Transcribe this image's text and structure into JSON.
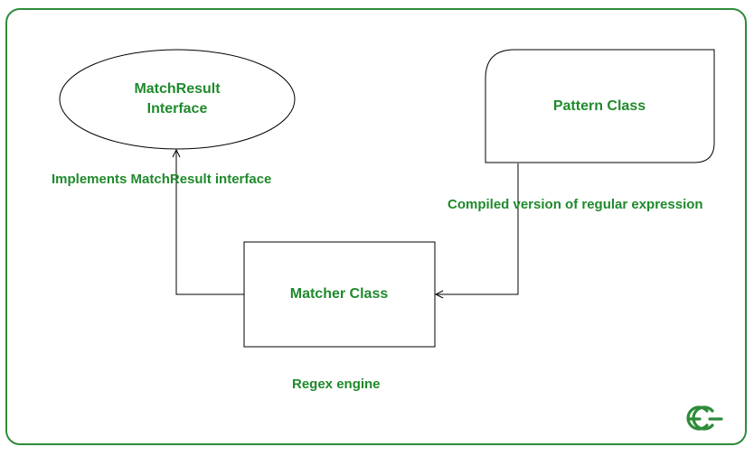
{
  "nodes": {
    "match_result": {
      "line1": "MatchResult",
      "line2": "Interface"
    },
    "pattern": {
      "label": "Pattern Class"
    },
    "matcher": {
      "label": "Matcher Class"
    }
  },
  "labels": {
    "implements": "Implements MatchResult interface",
    "compiled": "Compiled version of regular expression",
    "engine": "Regex engine"
  },
  "logo": {
    "name": "gfg-logo-icon",
    "color": "#2e8b3a"
  },
  "colors": {
    "text": "#1f8a2c",
    "frame": "#2e8b3a",
    "shape": "#000000"
  }
}
